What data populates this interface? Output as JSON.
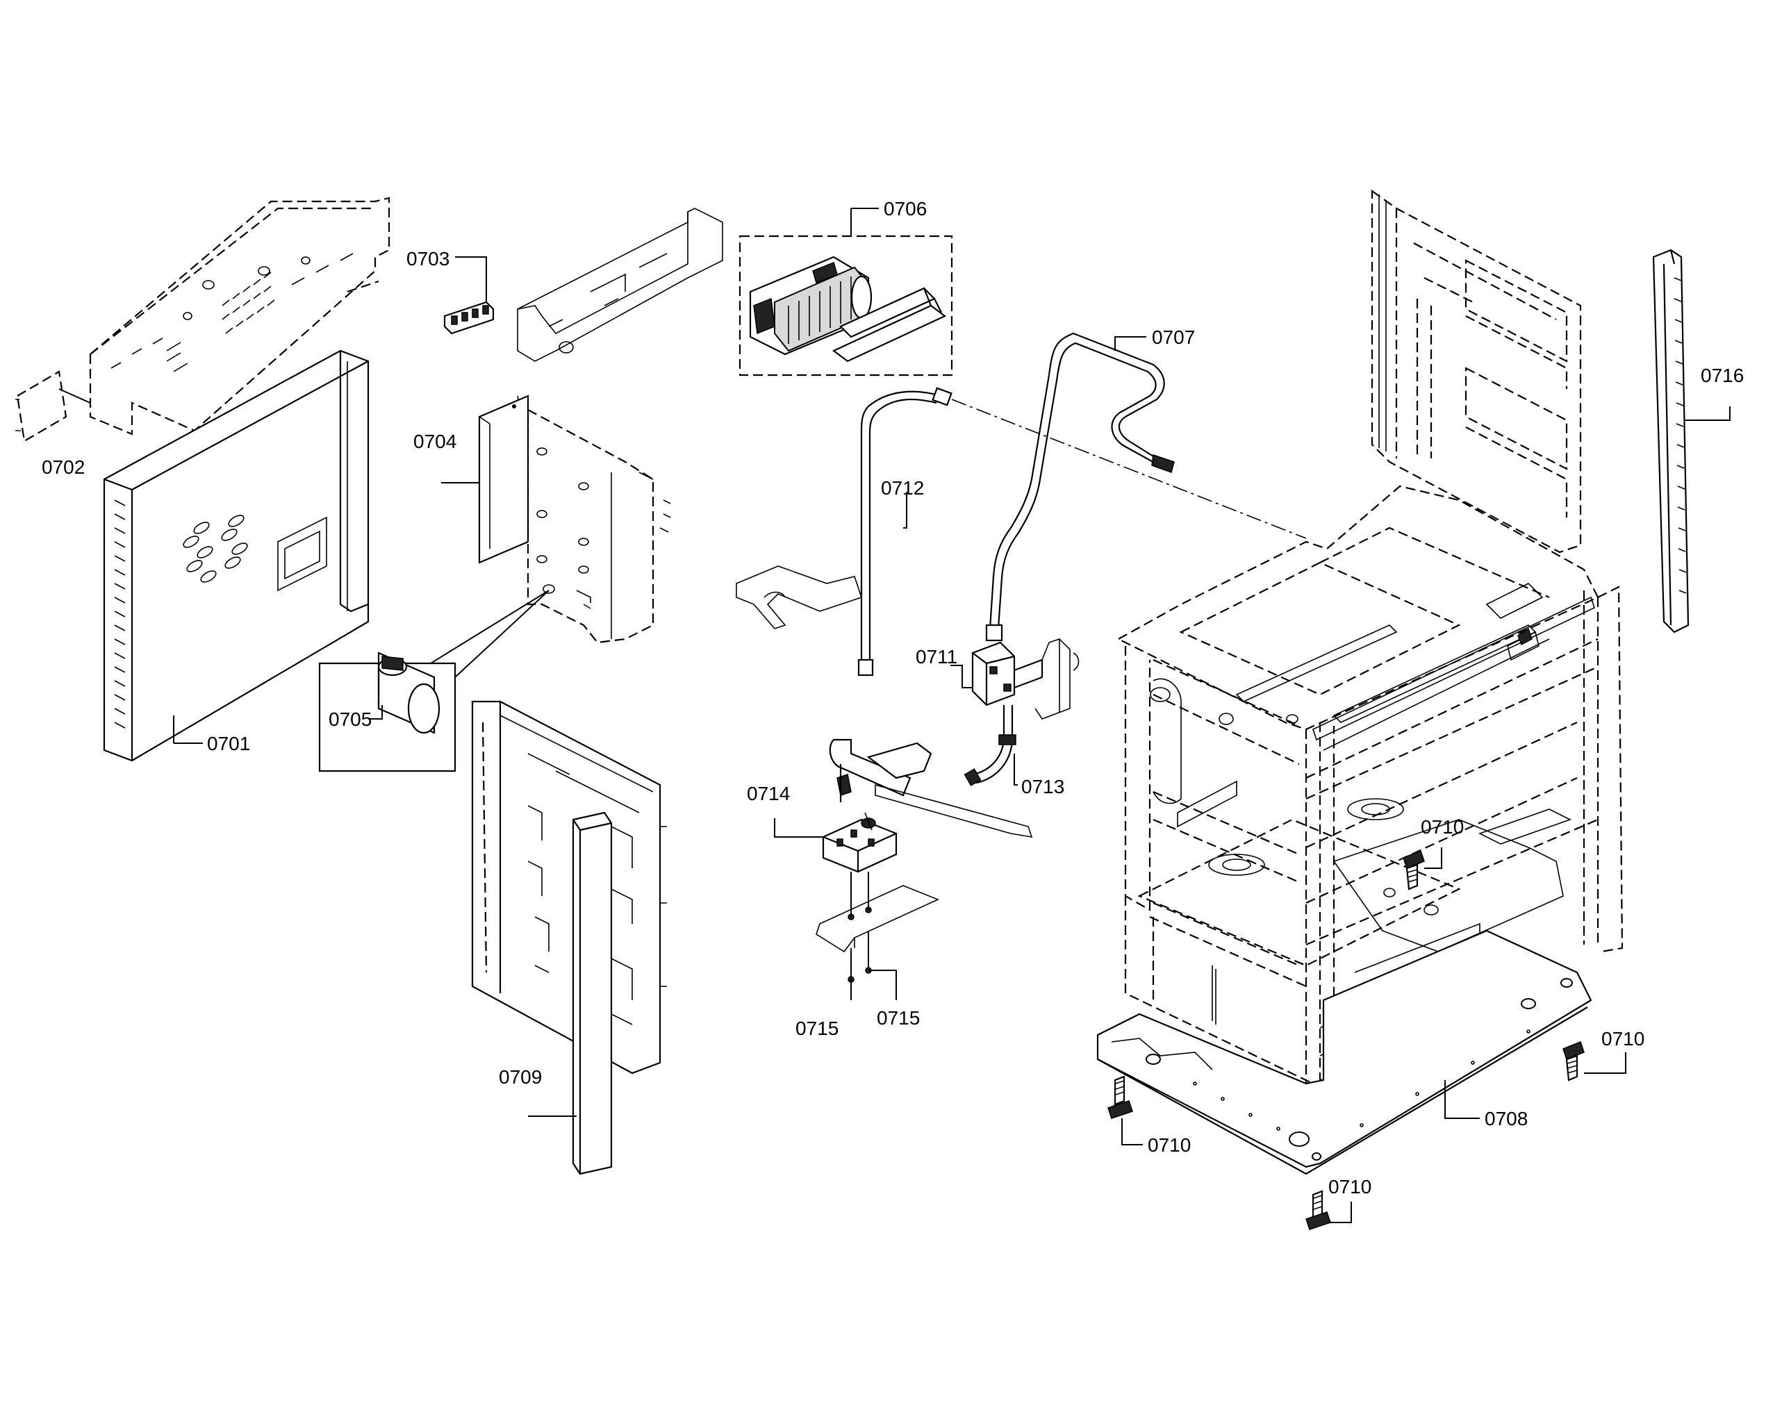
{
  "labels": [
    {
      "id": "0701",
      "text": "0701"
    },
    {
      "id": "0702",
      "text": "0702"
    },
    {
      "id": "0703",
      "text": "0703"
    },
    {
      "id": "0704",
      "text": "0704"
    },
    {
      "id": "0705",
      "text": "0705"
    },
    {
      "id": "0706",
      "text": "0706"
    },
    {
      "id": "0707",
      "text": "0707"
    },
    {
      "id": "0708",
      "text": "0708"
    },
    {
      "id": "0709",
      "text": "0709"
    },
    {
      "id": "0710a",
      "text": "0710"
    },
    {
      "id": "0710b",
      "text": "0710"
    },
    {
      "id": "0710c",
      "text": "0710"
    },
    {
      "id": "0710d",
      "text": "0710"
    },
    {
      "id": "0711",
      "text": "0711"
    },
    {
      "id": "0712",
      "text": "0712"
    },
    {
      "id": "0713",
      "text": "0713"
    },
    {
      "id": "0714",
      "text": "0714"
    },
    {
      "id": "0715a",
      "text": "0715"
    },
    {
      "id": "0715b",
      "text": "0715"
    },
    {
      "id": "0716",
      "text": "0716"
    }
  ]
}
